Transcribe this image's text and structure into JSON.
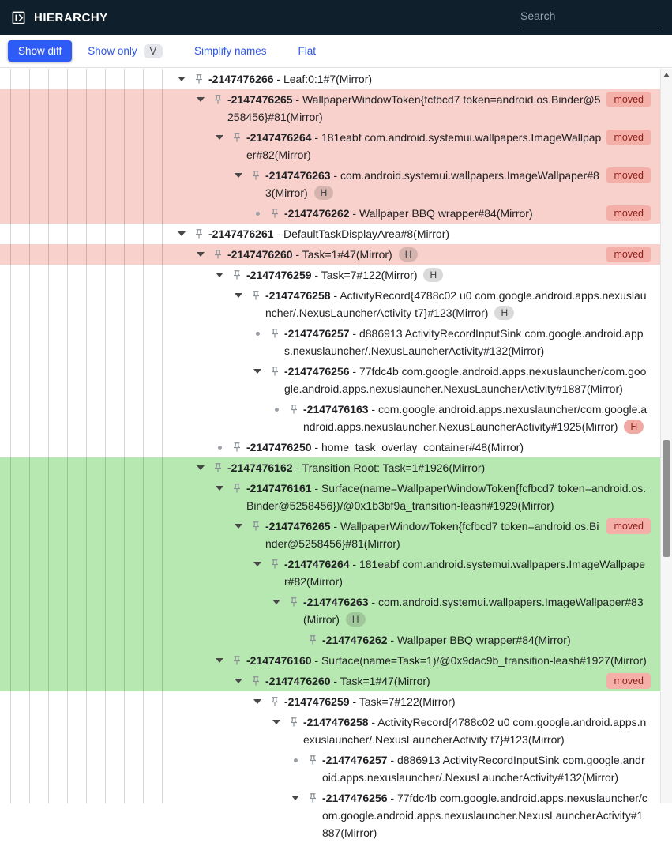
{
  "header": {
    "title": "HIERARCHY",
    "search_placeholder": "Search"
  },
  "toolbar": {
    "show_diff": "Show diff",
    "show_only": "Show only",
    "show_only_chip": "V",
    "simplify_names": "Simplify names",
    "flat": "Flat"
  },
  "colors": {
    "appbar_bg": "#0f1f2c",
    "accent_blue": "#2e5bf6",
    "deleted_row_pink": "#f9d1cc",
    "added_row_green": "#b8e8b1",
    "moved_chip_bg": "#f4afa9",
    "moved_chip_text": "#8c1d18"
  },
  "tree": {
    "h_label": "H",
    "moved_label": "moved",
    "rows": [
      {
        "id": "-2147476266",
        "desc": "Leaf:0:1#7(Mirror)",
        "level": 9,
        "exp": "open",
        "bg": "",
        "h": null,
        "moved": false
      },
      {
        "id": "-2147476265",
        "desc": "WallpaperWindowToken{fcfbcd7 token=android.os.Binder@5258456}#81(Mirror)",
        "level": 10,
        "exp": "open",
        "bg": "pink",
        "h": null,
        "moved": true
      },
      {
        "id": "-2147476264",
        "desc": "181eabf com.android.systemui.wallpapers.ImageWallpaper#82(Mirror)",
        "level": 11,
        "exp": "open",
        "bg": "pink",
        "h": null,
        "moved": true
      },
      {
        "id": "-2147476263",
        "desc": "com.android.systemui.wallpapers.ImageWallpaper#83(Mirror)",
        "level": 12,
        "exp": "open",
        "bg": "pink",
        "h": "gray",
        "moved": true
      },
      {
        "id": "-2147476262",
        "desc": "Wallpaper BBQ wrapper#84(Mirror)",
        "level": 13,
        "exp": "leaf",
        "bg": "pink",
        "h": null,
        "moved": true
      },
      {
        "id": "-2147476261",
        "desc": "DefaultTaskDisplayArea#8(Mirror)",
        "level": 9,
        "exp": "open",
        "bg": "",
        "h": null,
        "moved": false
      },
      {
        "id": "-2147476260",
        "desc": "Task=1#47(Mirror)",
        "level": 10,
        "exp": "open",
        "bg": "pink",
        "h": "gray",
        "moved": true
      },
      {
        "id": "-2147476259",
        "desc": "Task=7#122(Mirror)",
        "level": 11,
        "exp": "open",
        "bg": "",
        "h": "gray",
        "moved": false
      },
      {
        "id": "-2147476258",
        "desc": "ActivityRecord{4788c02 u0 com.google.android.apps.nexuslauncher/.NexusLauncherActivity t7}#123(Mirror)",
        "level": 12,
        "exp": "open",
        "bg": "",
        "h": "gray",
        "moved": false
      },
      {
        "id": "-2147476257",
        "desc": "d886913 ActivityRecordInputSink com.google.android.apps.nexuslauncher/.NexusLauncherActivity#132(Mirror)",
        "level": 13,
        "exp": "leaf",
        "bg": "",
        "h": null,
        "moved": false
      },
      {
        "id": "-2147476256",
        "desc": "77fdc4b com.google.android.apps.nexuslauncher/com.google.android.apps.nexuslauncher.NexusLauncherActivity#1887(Mirror)",
        "level": 13,
        "exp": "open",
        "bg": "",
        "h": null,
        "moved": false
      },
      {
        "id": "-2147476163",
        "desc": "com.google.android.apps.nexuslauncher/com.google.android.apps.nexuslauncher.NexusLauncherActivity#1925(Mirror)",
        "level": 14,
        "exp": "leaf",
        "bg": "",
        "h": "pink",
        "moved": false
      },
      {
        "id": "-2147476250",
        "desc": "home_task_overlay_container#48(Mirror)",
        "level": 11,
        "exp": "leaf",
        "bg": "",
        "h": null,
        "moved": false
      },
      {
        "id": "-2147476162",
        "desc": "Transition Root: Task=1#1926(Mirror)",
        "level": 10,
        "exp": "open",
        "bg": "green",
        "h": null,
        "moved": false
      },
      {
        "id": "-2147476161",
        "desc": "Surface(name=WallpaperWindowToken{fcfbcd7 token=android.os.Binder@5258456})/@0x1b3bf9a_transition-leash#1929(Mirror)",
        "level": 11,
        "exp": "open",
        "bg": "green",
        "h": null,
        "moved": false
      },
      {
        "id": "-2147476265",
        "desc": "WallpaperWindowToken{fcfbcd7 token=android.os.Binder@5258456}#81(Mirror)",
        "level": 12,
        "exp": "open",
        "bg": "green",
        "h": null,
        "moved": true
      },
      {
        "id": "-2147476264",
        "desc": "181eabf com.android.systemui.wallpapers.ImageWallpaper#82(Mirror)",
        "level": 13,
        "exp": "open",
        "bg": "green",
        "h": null,
        "moved": false
      },
      {
        "id": "-2147476263",
        "desc": "com.android.systemui.wallpapers.ImageWallpaper#83(Mirror)",
        "level": 14,
        "exp": "open",
        "bg": "green",
        "h": "gray",
        "moved": false
      },
      {
        "id": "-2147476262",
        "desc": "Wallpaper BBQ wrapper#84(Mirror)",
        "level": 15,
        "exp": "none",
        "bg": "green",
        "h": null,
        "moved": false
      },
      {
        "id": "-2147476160",
        "desc": "Surface(name=Task=1)/@0x9dac9b_transition-leash#1927(Mirror)",
        "level": 11,
        "exp": "open",
        "bg": "green",
        "h": null,
        "moved": false
      },
      {
        "id": "-2147476260",
        "desc": "Task=1#47(Mirror)",
        "level": 12,
        "exp": "open",
        "bg": "green",
        "h": null,
        "moved": true
      },
      {
        "id": "-2147476259",
        "desc": "Task=7#122(Mirror)",
        "level": 13,
        "exp": "open",
        "bg": "",
        "h": null,
        "moved": false
      },
      {
        "id": "-2147476258",
        "desc": "ActivityRecord{4788c02 u0 com.google.android.apps.nexuslauncher/.NexusLauncherActivity t7}#123(Mirror)",
        "level": 14,
        "exp": "open",
        "bg": "",
        "h": null,
        "moved": false
      },
      {
        "id": "-2147476257",
        "desc": "d886913 ActivityRecordInputSink com.google.android.apps.nexuslauncher/.NexusLauncherActivity#132(Mirror)",
        "level": 15,
        "exp": "leaf",
        "bg": "",
        "h": null,
        "moved": false
      },
      {
        "id": "-2147476256",
        "desc": "77fdc4b com.google.android.apps.nexuslauncher/com.google.android.apps.nexuslauncher.NexusLauncherActivity#1887(Mirror)",
        "level": 15,
        "exp": "open",
        "bg": "",
        "h": null,
        "moved": false
      }
    ]
  }
}
